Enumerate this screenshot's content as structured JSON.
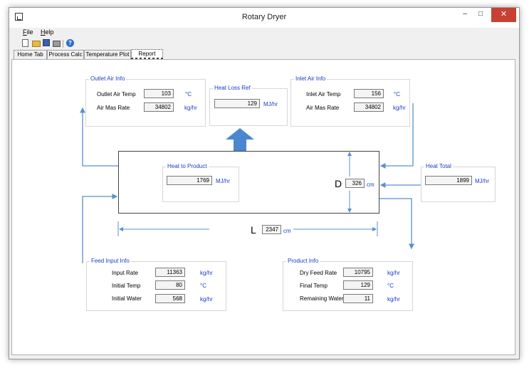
{
  "window": {
    "title": "Rotary Dryer",
    "controls": {
      "minimize": "–",
      "maximize": "□",
      "close": "✕"
    }
  },
  "menu": [
    {
      "label": "File",
      "underline": "F"
    },
    {
      "label": "Help",
      "underline": "H"
    }
  ],
  "toolbar": {
    "icons": [
      "new-file-icon",
      "open-folder-icon",
      "save-disk-icon",
      "printer-icon",
      "help-icon"
    ],
    "help_glyph": "?"
  },
  "tabs": [
    {
      "label": "Home Tab",
      "active": false
    },
    {
      "label": "Process Calc",
      "active": false
    },
    {
      "label": "Temperature Plot",
      "active": false
    },
    {
      "label": "Report",
      "active": true
    }
  ],
  "outlet_air": {
    "title": "Outlet Air Info",
    "temp_label": "Outlet Air Temp",
    "temp_value": "103",
    "temp_unit": "°C",
    "rate_label": "Air Mas Rate",
    "rate_value": "34802",
    "rate_unit": "kg/hr"
  },
  "heat_loss": {
    "title": "Heat Loss Ref",
    "value": "129",
    "unit": "MJ/hr"
  },
  "inlet_air": {
    "title": "Inlet Air Info",
    "temp_label": "Inlet Air Temp",
    "temp_value": "156",
    "temp_unit": "°C",
    "rate_label": "Air Mas Rate",
    "rate_value": "34802",
    "rate_unit": "kg/hr"
  },
  "heat_product": {
    "title": "Heat to Product",
    "value": "1769",
    "unit": "MJ/hr"
  },
  "diameter": {
    "letter": "D",
    "value": "326",
    "unit": "cm"
  },
  "length": {
    "letter": "L",
    "value": "2347",
    "unit": "cm"
  },
  "heat_total": {
    "title": "Heat Total",
    "value": "1899",
    "unit": "MJ/hr"
  },
  "feed_input": {
    "title": "Feed Input Info",
    "rate_label": "Input Rate",
    "rate_value": "11363",
    "rate_unit": "kg/hr",
    "temp_label": "Initial Temp",
    "temp_value": "80",
    "temp_unit": "°C",
    "water_label": "Initial Water",
    "water_value": "568",
    "water_unit": "kg/hr"
  },
  "product": {
    "title": "Product Info",
    "rate_label": "Dry Feed Rate",
    "rate_value": "10795",
    "rate_unit": "kg/hr",
    "temp_label": "Final Temp",
    "temp_value": "129",
    "temp_unit": "°C",
    "water_label": "Remaining Water",
    "water_value": "11",
    "water_unit": "kg/hr"
  },
  "colors": {
    "arrow": "#5b8fd0",
    "big_arrow": "#4a87cf",
    "group_title": "#1a3cc8"
  }
}
